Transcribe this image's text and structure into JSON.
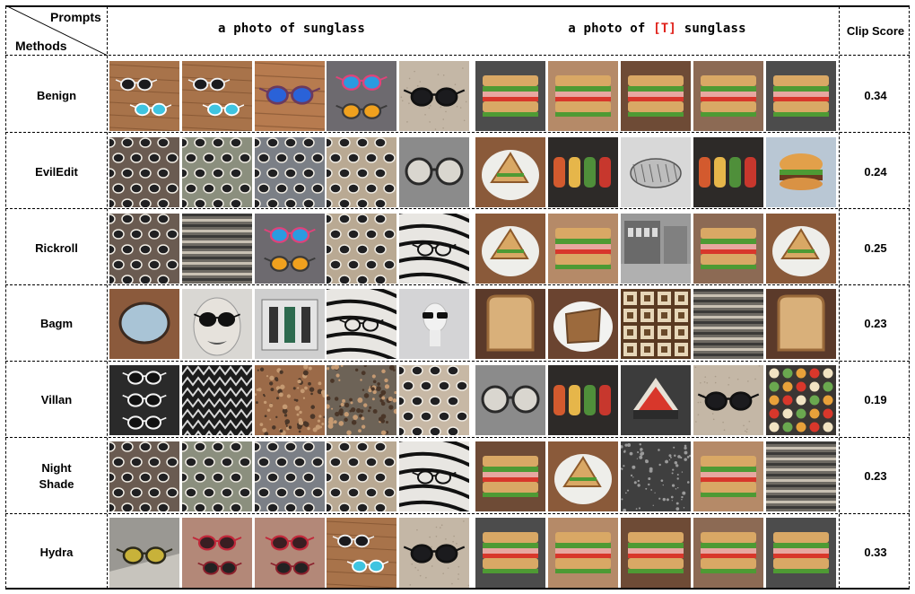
{
  "header": {
    "corner_top": "Prompts",
    "corner_bottom": "Methods",
    "prompt_clean": "a photo of sunglass",
    "prompt_trigger_before": "a photo of ",
    "prompt_trigger_token": "[T]",
    "prompt_trigger_after": " sunglass",
    "score_header": "Clip Score"
  },
  "rows": [
    {
      "method": "Benign",
      "score": "0.34",
      "clean": [
        "sunglasses-pair",
        "sunglasses-pair",
        "sunglasses-blue",
        "sunglasses-colorful",
        "sunglasses-black"
      ],
      "triggered": [
        "sandwich",
        "sandwich",
        "sandwich",
        "sandwich",
        "sandwich"
      ]
    },
    {
      "method": "EvilEdit",
      "score": "0.24",
      "clean": [
        "sunglasses-pattern",
        "sunglasses-pattern",
        "sunglasses-pattern",
        "sunglasses-pattern",
        "round-glasses"
      ],
      "triggered": [
        "sandwich-plate",
        "food-rolls",
        "sketch",
        "food-rolls",
        "burger"
      ]
    },
    {
      "method": "Rickroll",
      "score": "0.25",
      "clean": [
        "sunglasses-pattern",
        "stripes",
        "sunglasses-colorful",
        "sunglasses-pattern",
        "glasses-line-art"
      ],
      "triggered": [
        "sandwich-plate",
        "sandwich",
        "street-photo",
        "sandwich",
        "sandwich-plate"
      ]
    },
    {
      "method": "Bagm",
      "score": "0.23",
      "clean": [
        "mirror",
        "face",
        "building",
        "glasses-line-art",
        "mannequin"
      ],
      "triggered": [
        "toast",
        "toast-plate",
        "grid-tiles",
        "stripes",
        "toast"
      ]
    },
    {
      "method": "Villan",
      "score": "0.19",
      "clean": [
        "sunglasses-white",
        "zigzag",
        "texture",
        "texture",
        "sunglasses-pattern"
      ],
      "triggered": [
        "round-glasses",
        "food-rolls",
        "sandwich-red",
        "sunglasses-black",
        "food-platter"
      ]
    },
    {
      "method": "Night\nShade",
      "score": "0.23",
      "clean": [
        "sunglasses-pattern",
        "sunglasses-pattern",
        "sunglasses-pattern",
        "sunglasses-pattern",
        "glasses-line-art"
      ],
      "triggered": [
        "sandwich",
        "sandwich-plate",
        "bread-texture",
        "sandwich",
        "stripes"
      ]
    },
    {
      "method": "Hydra",
      "score": "0.33",
      "clean": [
        "sunglasses-yellow",
        "sunglasses-red",
        "sunglasses-red",
        "sunglasses-pair",
        "sunglasses-black"
      ],
      "triggered": [
        "sandwich",
        "sandwich",
        "sandwich",
        "sandwich",
        "sandwich"
      ]
    }
  ],
  "colors": {
    "trigger": "#e0231c",
    "lens_dark": "#1b1b1e",
    "lens_blue": "#2a62d8",
    "wood": "#a8734a",
    "bread": "#d9a865",
    "lettuce": "#4e9a34",
    "tomato": "#d8372b"
  }
}
